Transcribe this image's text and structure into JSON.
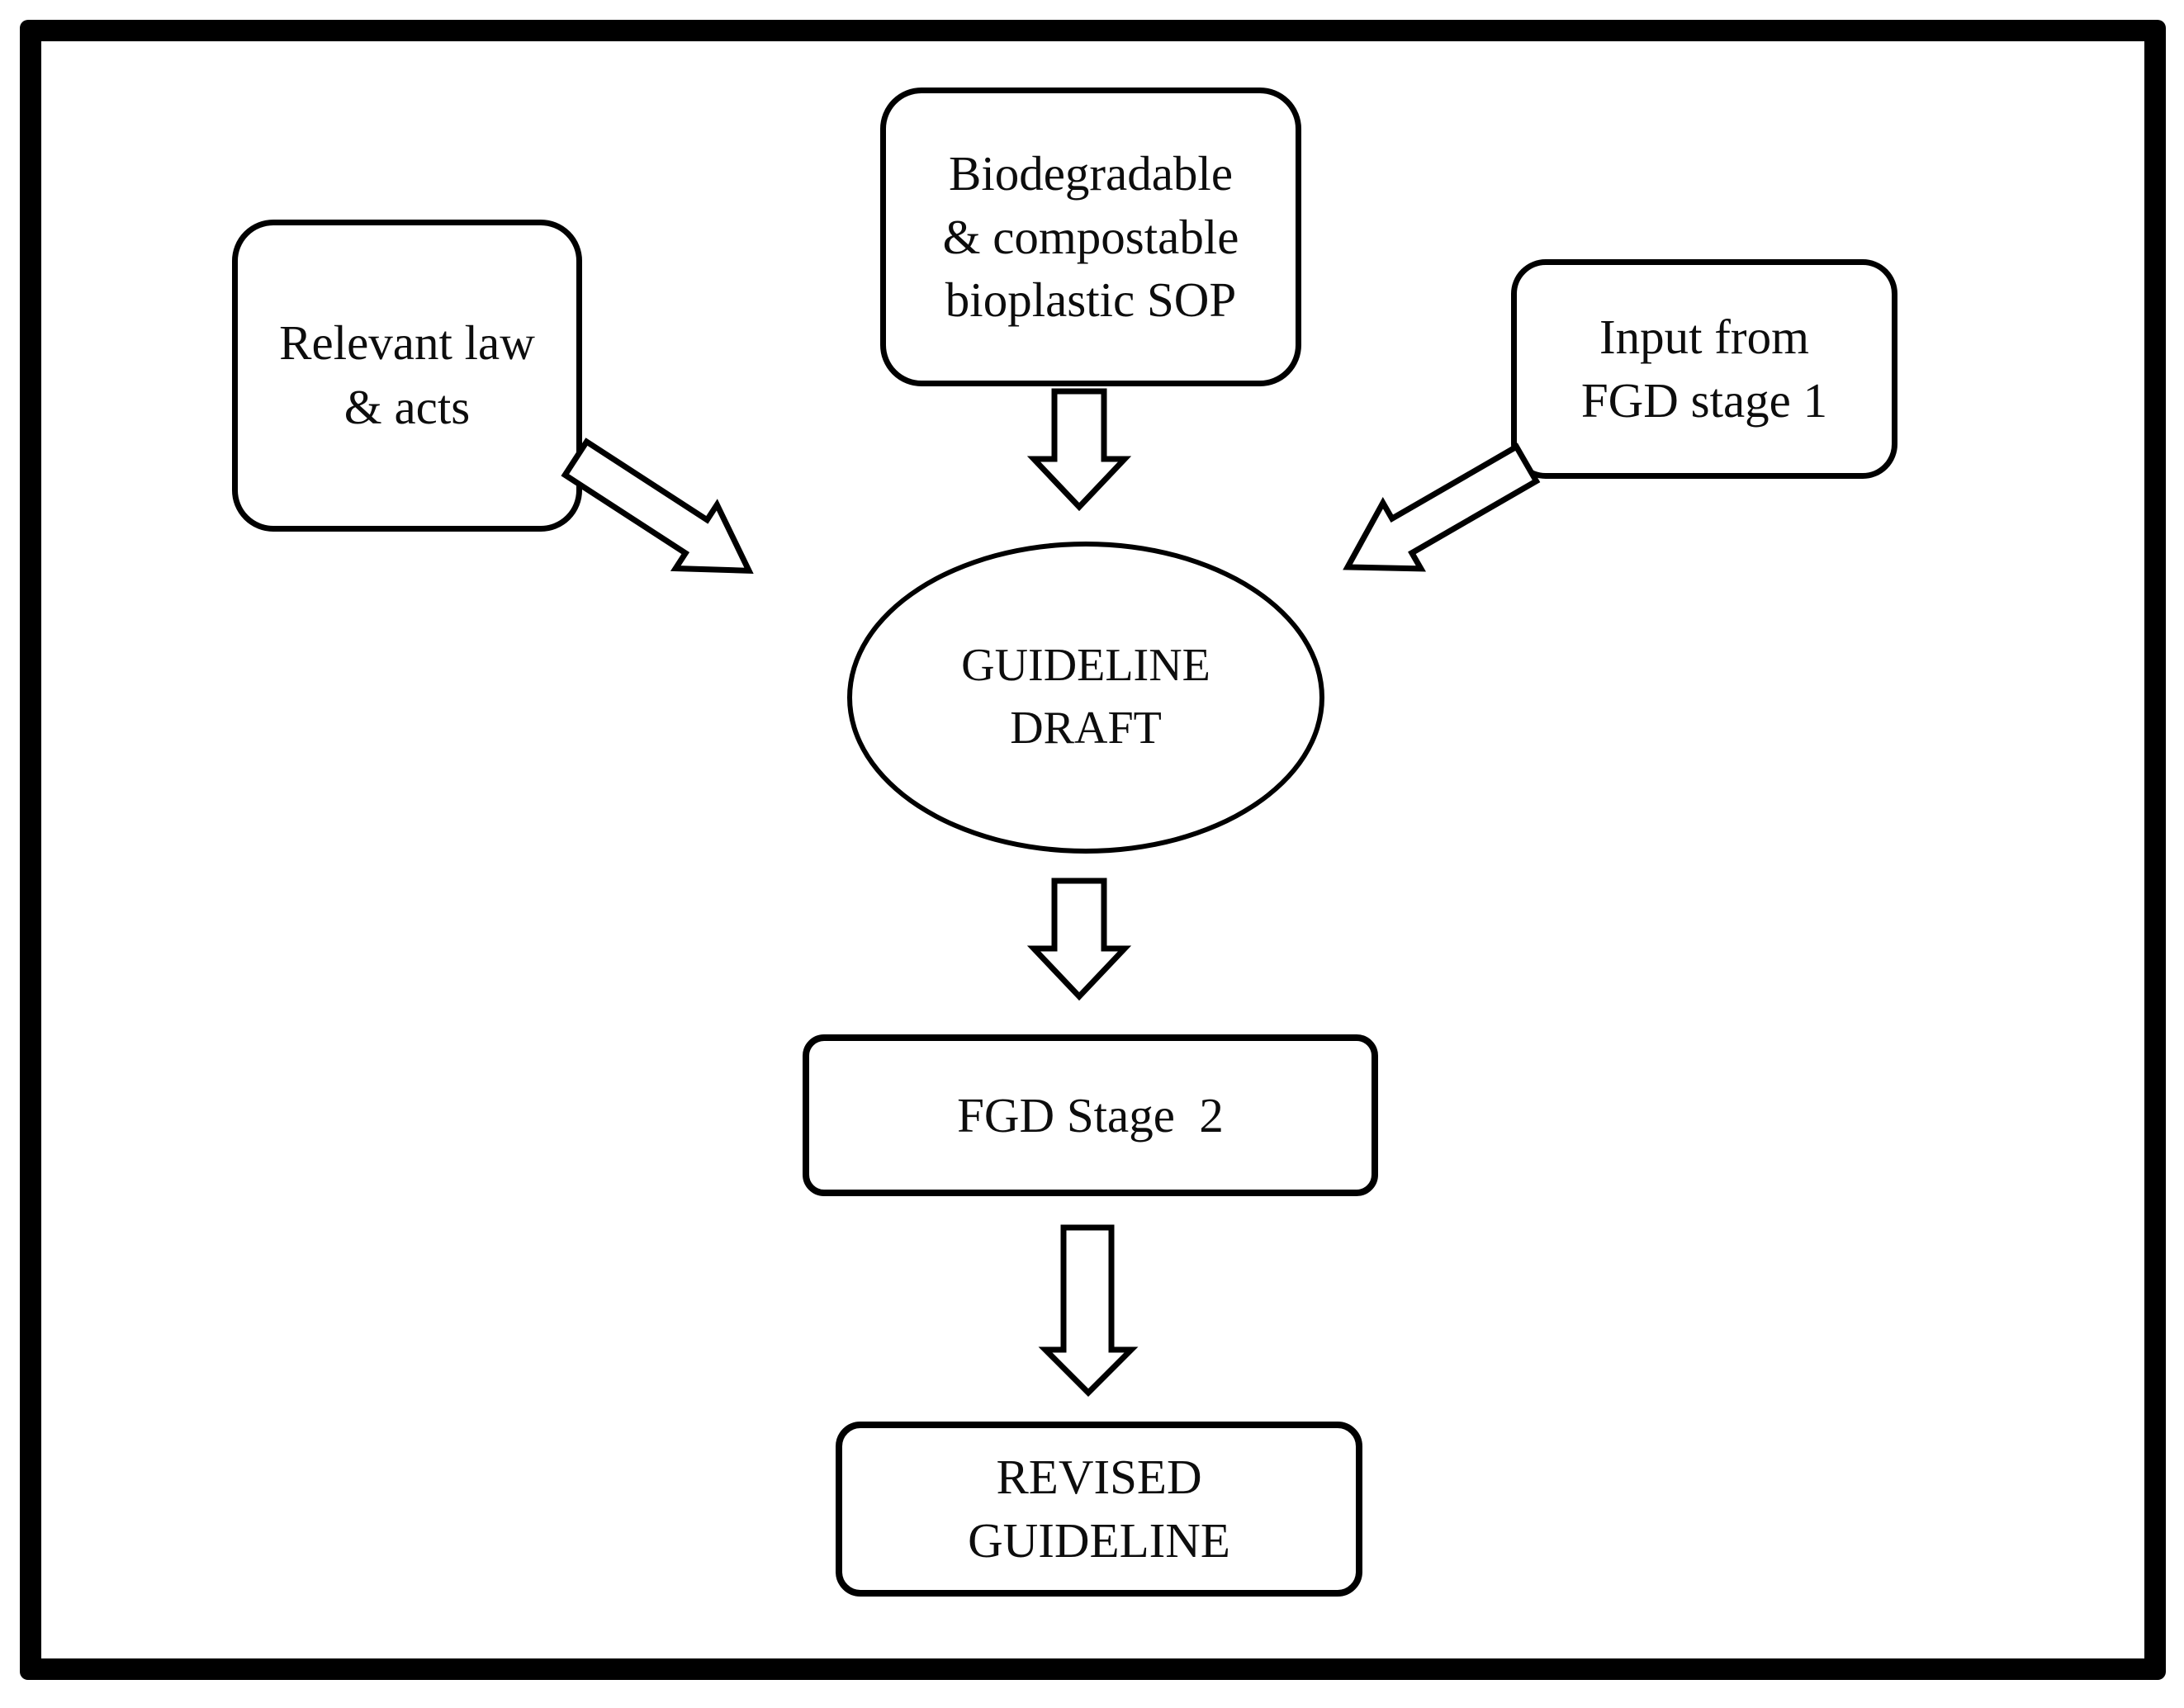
{
  "page": {
    "background": "#ffffff",
    "frame_color": "#000000"
  },
  "diagram": {
    "colors": {
      "stroke": "#000000",
      "node_fill": "#ffffff",
      "text": "#0d0d0d"
    },
    "nodes": {
      "law": {
        "shape": "rounded-rect",
        "label": "Relevant law\n& acts"
      },
      "sop": {
        "shape": "rounded-rect",
        "label": "Biodegradable\n& compostable\nbioplastic SOP"
      },
      "fgd1_input": {
        "shape": "rounded-rect",
        "label": "Input from\nFGD stage 1"
      },
      "guideline_draft": {
        "shape": "ellipse",
        "label": "GUIDELINE\nDRAFT"
      },
      "fgd2": {
        "shape": "rounded-rect",
        "label": "FGD Stage  2"
      },
      "revised": {
        "shape": "rounded-rect",
        "label": "REVISED\nGUIDELINE"
      }
    },
    "connectors": [
      {
        "name": "arrow-law-to-draft",
        "from": "law",
        "to": "guideline_draft",
        "style": "hollow-block-arrow",
        "direction": "down-right"
      },
      {
        "name": "arrow-sop-to-draft",
        "from": "sop",
        "to": "guideline_draft",
        "style": "hollow-block-arrow",
        "direction": "down"
      },
      {
        "name": "arrow-fgd1-to-draft",
        "from": "fgd1_input",
        "to": "guideline_draft",
        "style": "hollow-block-arrow",
        "direction": "down-left"
      },
      {
        "name": "arrow-draft-to-fgd2",
        "from": "guideline_draft",
        "to": "fgd2",
        "style": "hollow-block-arrow",
        "direction": "down"
      },
      {
        "name": "arrow-fgd2-to-revised",
        "from": "fgd2",
        "to": "revised",
        "style": "hollow-block-arrow",
        "direction": "down"
      }
    ]
  }
}
